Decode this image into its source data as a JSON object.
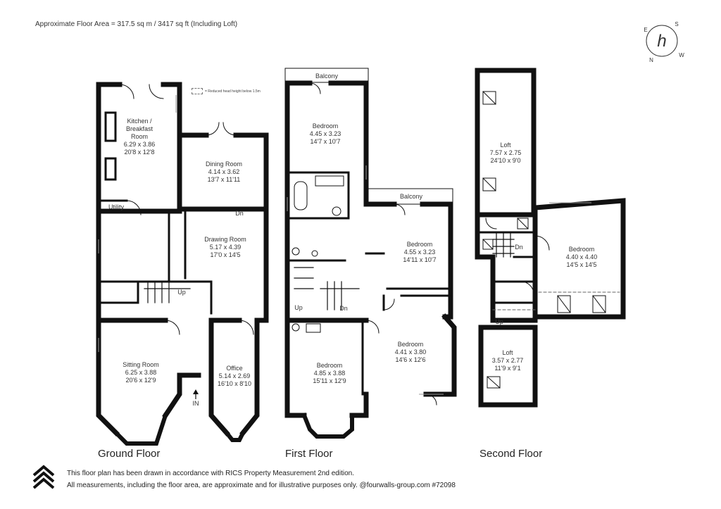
{
  "header": {
    "floor_area": "Approximate Floor Area = 317.5 sq m / 3417 sq ft (Including Loft)"
  },
  "legend": {
    "text": "= Reduced head height below 1.5m"
  },
  "compass": {
    "letters": [
      "E",
      "S",
      "N",
      "W"
    ],
    "logo": "h",
    "accent": "#e0533f"
  },
  "rooms": {
    "kitchen": {
      "name1": "Kitchen /",
      "name2": "Breakfast",
      "name3": "Room",
      "metric": "6.29 x 3.86",
      "imperial": "20'8 x 12'8"
    },
    "dining": {
      "name": "Dining Room",
      "metric": "4.14 x 3.62",
      "imperial": "13'7 x 11'11"
    },
    "utility": {
      "name": "Utility"
    },
    "drawing": {
      "name": "Drawing Room",
      "metric": "5.17 x 4.39",
      "imperial": "17'0 x 14'5"
    },
    "sitting": {
      "name": "Sitting Room",
      "metric": "6.25 x 3.88",
      "imperial": "20'6 x 12'9"
    },
    "office": {
      "name": "Office",
      "metric": "5.14 x 2.69",
      "imperial": "16'10 x 8'10"
    },
    "bed1": {
      "name": "Bedroom",
      "metric": "4.45 x 3.23",
      "imperial": "14'7 x 10'7"
    },
    "bed2": {
      "name": "Bedroom",
      "metric": "4.55 x 3.23",
      "imperial": "14'11 x 10'7"
    },
    "bed3": {
      "name": "Bedroom",
      "metric": "4.41 x 3.80",
      "imperial": "14'6 x 12'6"
    },
    "bed4": {
      "name": "Bedroom",
      "metric": "4.85 x 3.88",
      "imperial": "15'11 x 12'9"
    },
    "loft1": {
      "name": "Loft",
      "metric": "7.57 x 2.75",
      "imperial": "24'10 x 9'0"
    },
    "bed5": {
      "name": "Bedroom",
      "metric": "4.40 x 4.40",
      "imperial": "14'5 x 14'5"
    },
    "loft2": {
      "name": "Loft",
      "metric": "3.57 x 2.77",
      "imperial": "11'9 x 9'1"
    }
  },
  "markers": {
    "balcony": "Balcony",
    "up": "Up",
    "dn": "Dn",
    "in": "IN"
  },
  "floors": {
    "ground": "Ground Floor",
    "first": "First Floor",
    "second": "Second Floor"
  },
  "footer": {
    "line1": "This floor plan has been drawn in accordance with RICS Property Measurement 2nd edition.",
    "line2": "All measurements, including the floor area, are approximate and for illustrative purposes only. @fourwalls-group.com #72098"
  }
}
